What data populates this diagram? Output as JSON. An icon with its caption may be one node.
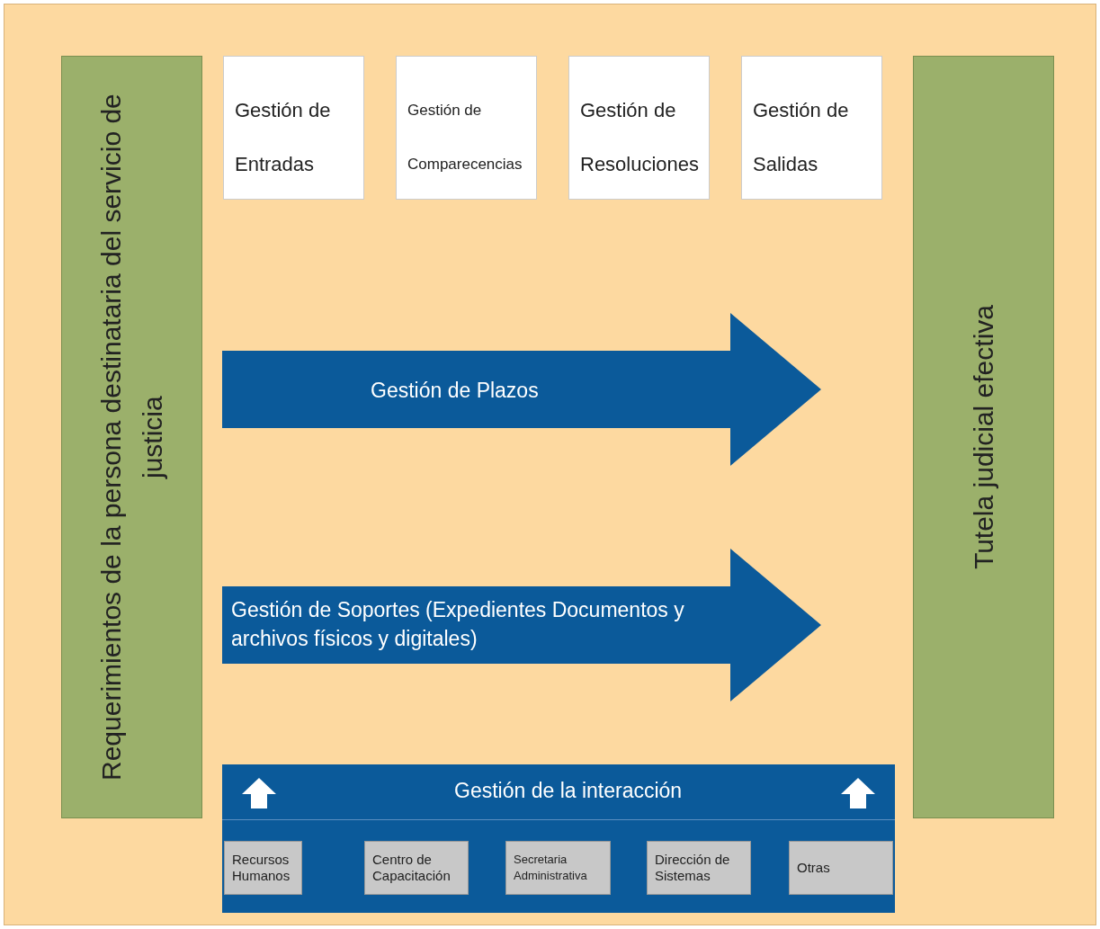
{
  "diagram": {
    "nodes": [
      {
        "text": [
          "Requerimientos de la persona destinataria del servicio de justicia"
        ]
      },
      {
        "text": [
          "Gestión de Entradas"
        ]
      },
      {
        "text": [
          "Gestión de Comparecencias"
        ]
      },
      {
        "text": [
          "Gestión de Resoluciones"
        ]
      },
      {
        "text": [
          "Gestión de Salidas"
        ]
      },
      {
        "text": [
          "Gestión de Plazos"
        ]
      },
      {
        "text": [
          "Gestión de Soportes (Expedientes Documentos y archivos físicos y digitales)"
        ]
      },
      {
        "text": [
          "Gestión de la interacción"
        ]
      },
      {
        "text": [
          "Recursos Humanos"
        ],
        "in": 7
      },
      {
        "text": [
          "Centro de Capacitación"
        ],
        "in": 7
      },
      {
        "text": [
          "Secretaria Administrativa"
        ],
        "in": 7
      },
      {
        "text": [
          "Dirección de Sistemas"
        ],
        "in": 7
      },
      {
        "text": [
          "Otras"
        ],
        "in": 7
      },
      {
        "text": [
          "Tutela judicial efectiva"
        ]
      }
    ]
  }
}
